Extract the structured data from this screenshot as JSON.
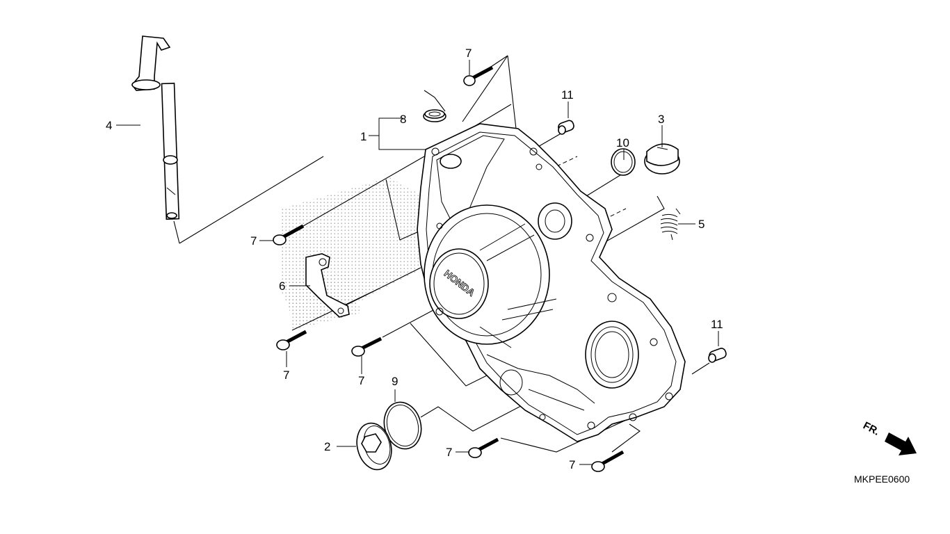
{
  "diagram": {
    "callouts": [
      {
        "id": "1",
        "text": "1"
      },
      {
        "id": "2",
        "text": "2"
      },
      {
        "id": "3",
        "text": "3"
      },
      {
        "id": "4",
        "text": "4"
      },
      {
        "id": "5",
        "text": "5"
      },
      {
        "id": "6",
        "text": "6"
      },
      {
        "id": "7a",
        "text": "7"
      },
      {
        "id": "7b",
        "text": "7"
      },
      {
        "id": "7c",
        "text": "7"
      },
      {
        "id": "7d",
        "text": "7"
      },
      {
        "id": "7e",
        "text": "7"
      },
      {
        "id": "7f",
        "text": "7"
      },
      {
        "id": "8",
        "text": "8"
      },
      {
        "id": "9",
        "text": "9"
      },
      {
        "id": "10",
        "text": "10"
      },
      {
        "id": "11a",
        "text": "11"
      },
      {
        "id": "11b",
        "text": "11"
      }
    ],
    "direction_label": "FR.",
    "drawing_code": "MKPEE0600",
    "cover_logo": "HONDA"
  },
  "colors": {
    "line": "#000000",
    "background": "#ffffff",
    "stipple": "#9a9a9a"
  }
}
